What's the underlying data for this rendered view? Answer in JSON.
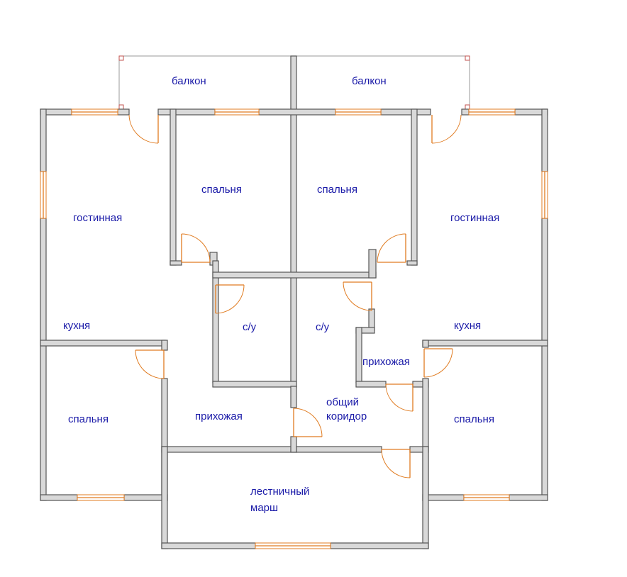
{
  "plan": {
    "rooms": {
      "balcony_left": "балкон",
      "balcony_right": "балкон",
      "bedroom_top_left": "спальня",
      "bedroom_top_right": "спальня",
      "living_left": "гостинная",
      "living_right": "гостинная",
      "kitchen_left": "кухня",
      "kitchen_right": "кухня",
      "bath_left": "с/у",
      "bath_right": "с/у",
      "hall_right": "прихожая",
      "hall_left": "прихожая",
      "corridor_line1": "общий",
      "corridor_line2": "коридор",
      "bedroom_bottom_left": "спальня",
      "bedroom_bottom_right": "спальня",
      "stair_line1": "лестничный",
      "stair_line2": "марш"
    },
    "colors": {
      "wall": "#555555",
      "wall_hatch": "#d9d9d9",
      "opening": "#e07b20",
      "label": "#1a1aa8"
    }
  }
}
